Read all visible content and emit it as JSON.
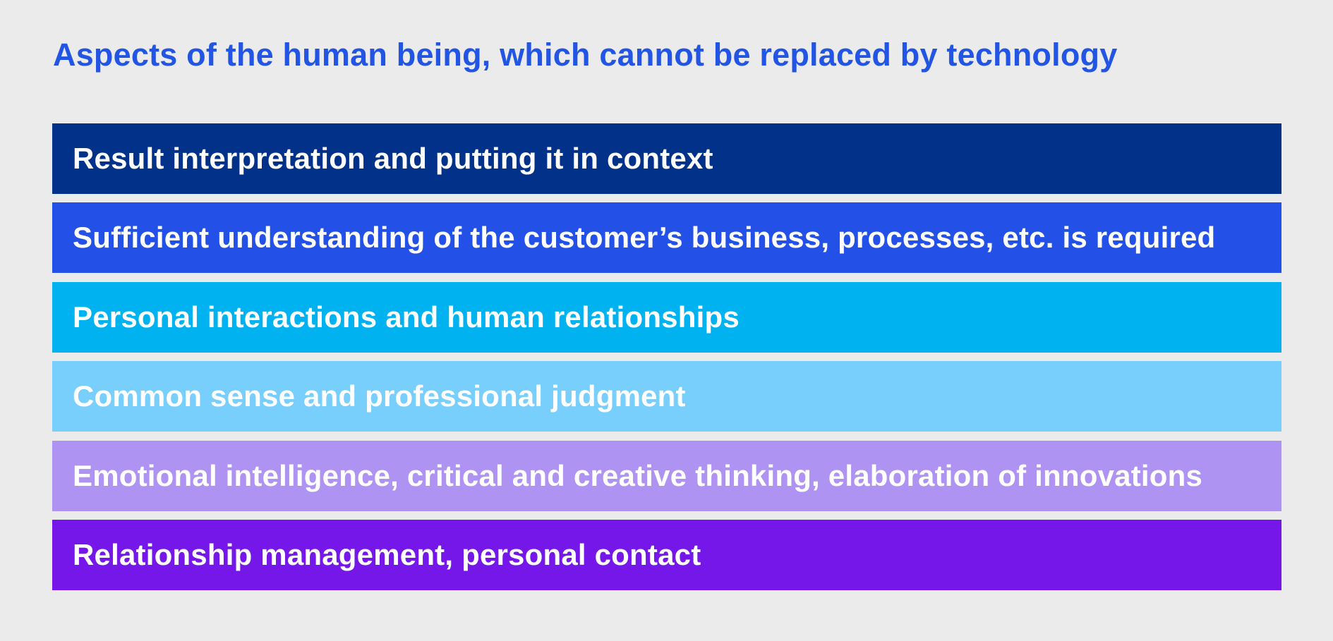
{
  "page": {
    "background": "#EBEBEB"
  },
  "title": {
    "text": "Aspects of the human being, which cannot be replaced by technology",
    "color": "#2355E4"
  },
  "bars": {
    "items": [
      {
        "label": "Result interpretation and putting it in context",
        "color": "#013189",
        "text_color": "#FFFFFF"
      },
      {
        "label": "Sufficient understanding of the customer’s business, processes, etc. is required",
        "color": "#2351E8",
        "text_color": "#FFFFFF"
      },
      {
        "label": "Personal interactions and human relationships",
        "color": "#00B2F0",
        "text_color": "#FFFFFF"
      },
      {
        "label": "Common sense and professional judgment",
        "color": "#79CFFC",
        "text_color": "#FFFFFF"
      },
      {
        "label": "Emotional intelligence, critical and creative thinking, elaboration of innovations",
        "color": "#AE93F2",
        "text_color": "#FFFFFF"
      },
      {
        "label": "Relationship management, personal contact",
        "color": "#7517E8",
        "text_color": "#FFFFFF"
      }
    ]
  }
}
